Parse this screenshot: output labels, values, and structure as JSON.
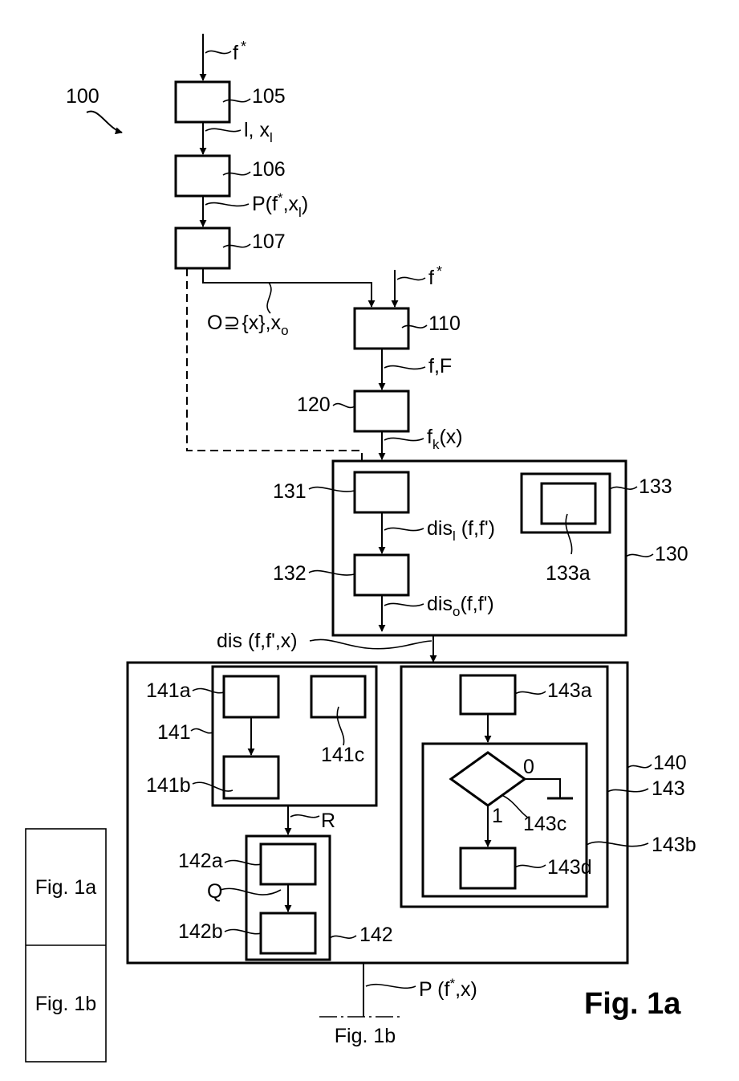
{
  "figure": {
    "title": "Fig. 1a",
    "continuation_label": "Fig. 1b"
  },
  "sheet_index": {
    "items": [
      "Fig. 1a",
      "Fig. 1b"
    ]
  },
  "reference_numerals": {
    "r100": "100",
    "r105": "105",
    "r106": "106",
    "r107": "107",
    "r110": "110",
    "r120": "120",
    "r130": "130",
    "r131": "131",
    "r132": "132",
    "r133": "133",
    "r133a": "133a",
    "r140": "140",
    "r141": "141",
    "r141a": "141a",
    "r141b": "141b",
    "r141c": "141c",
    "r142": "142",
    "r142a": "142a",
    "r142b": "142b",
    "r143": "143",
    "r143a": "143a",
    "r143b": "143b",
    "r143c": "143c",
    "r143d": "143d"
  },
  "signals": {
    "f_star_top": "f",
    "f_star_top_sup": "*",
    "l_x": "l, x",
    "l_x_sub": "l",
    "p_fx_open": "P(f",
    "p_fx_sup": "*",
    "p_fx_mid": ",x",
    "p_fx_sub": "l",
    "p_fx_close": ")",
    "o_set": "O",
    "o_rel": "⊇",
    "o_set_body": "{x},x",
    "o_sub": "o",
    "f_star_right": "f",
    "f_star_right_sup": "*",
    "f_F": "f,F",
    "fk_main": "f",
    "fk_sub": "k",
    "fk_args": "(x)",
    "dis_l_main": "dis",
    "dis_l_sub": "l",
    "dis_l_args": " (f,f')",
    "dis_o_main": "dis",
    "dis_o_sub": "o",
    "dis_o_args": "(f,f')",
    "dis_fx": "dis (f,f',x)",
    "R": "R",
    "Q": "Q",
    "decision_0": "0",
    "decision_1": "1",
    "p_out_open": "P (f",
    "p_out_sup": "*",
    "p_out_close": ",x)"
  }
}
